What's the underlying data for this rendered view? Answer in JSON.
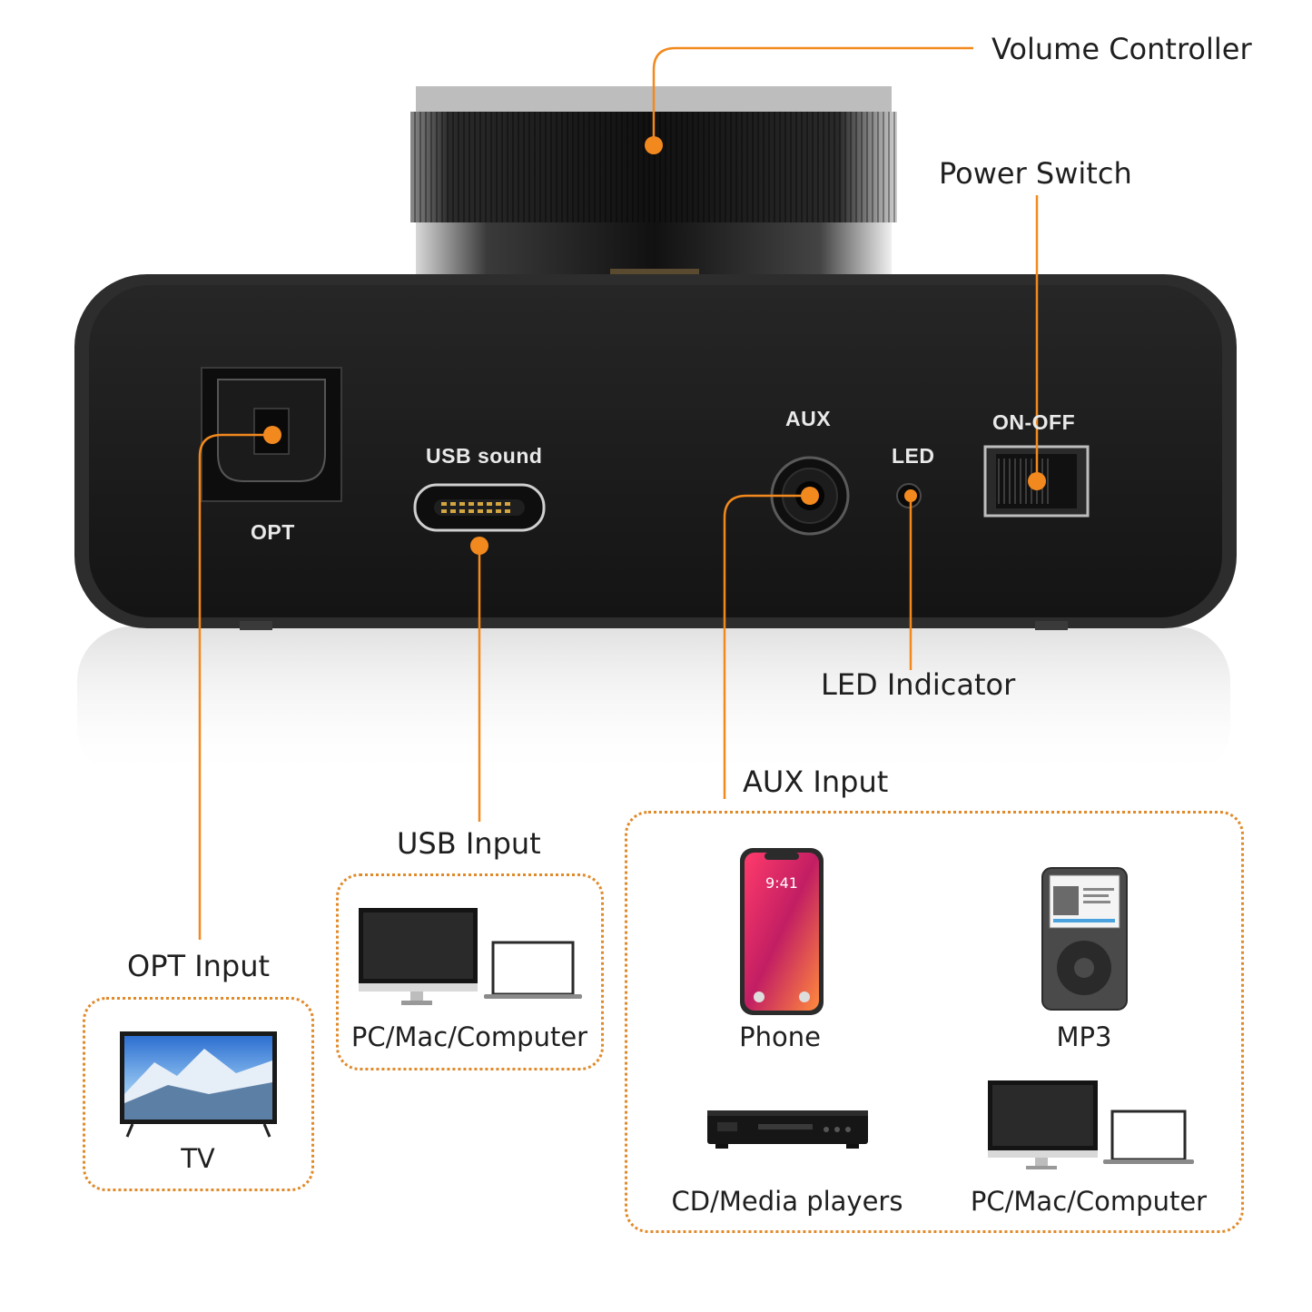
{
  "colors": {
    "accent": "#f2891e",
    "device_body": "#1c1c1c",
    "dotted_border": "#e08a2a"
  },
  "callouts": {
    "volume": "Volume Controller",
    "power": "Power Switch",
    "led": "LED Indicator",
    "aux": "AUX Input",
    "usb": "USB Input",
    "opt": "OPT Input"
  },
  "panel": {
    "opt": "OPT",
    "usb": "USB sound",
    "aux": "AUX",
    "led": "LED",
    "onoff": "ON-OFF"
  },
  "devices": {
    "opt": {
      "tv": "TV"
    },
    "usb": {
      "computer": "PC/Mac/Computer"
    },
    "aux": {
      "phone": "Phone",
      "phone_time": "9:41",
      "mp3": "MP3",
      "cd": "CD/Media players",
      "computer": "PC/Mac/Computer"
    }
  },
  "icons": [
    "volume-knob-icon",
    "optical-port-icon",
    "usb-c-port-icon",
    "aux-jack-icon",
    "led-icon",
    "power-switch-icon",
    "tv-icon",
    "monitor-icon",
    "laptop-icon",
    "phone-icon",
    "mp3-player-icon",
    "cd-player-icon"
  ]
}
